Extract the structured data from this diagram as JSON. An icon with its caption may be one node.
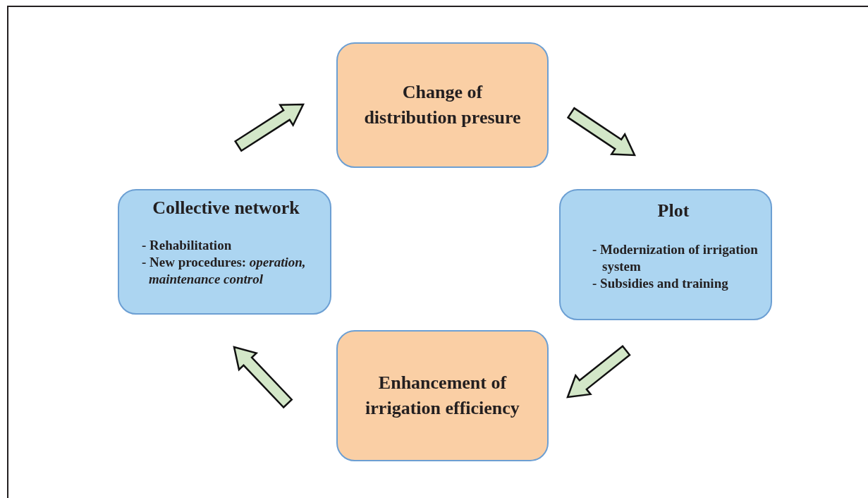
{
  "diagram": {
    "nodes": [
      {
        "text": [
          "Change of distribution presure"
        ]
      },
      {
        "text": [
          "Collective network",
          "- Rehabilitation",
          "- New procedures: *operation, maintenance control*"
        ]
      },
      {
        "text": [
          "Plot",
          "- Modernization of irrigation system",
          "- Subsidies and training"
        ]
      },
      {
        "text": [
          "Enhancement of irrigation efficiency"
        ]
      }
    ],
    "edges": [
      {
        "from": 0,
        "to": 2,
        "arrow": "to"
      },
      {
        "from": 2,
        "to": 3,
        "arrow": "to"
      },
      {
        "from": 3,
        "to": 1,
        "arrow": "to"
      },
      {
        "from": 1,
        "to": 0,
        "arrow": "to"
      }
    ]
  }
}
